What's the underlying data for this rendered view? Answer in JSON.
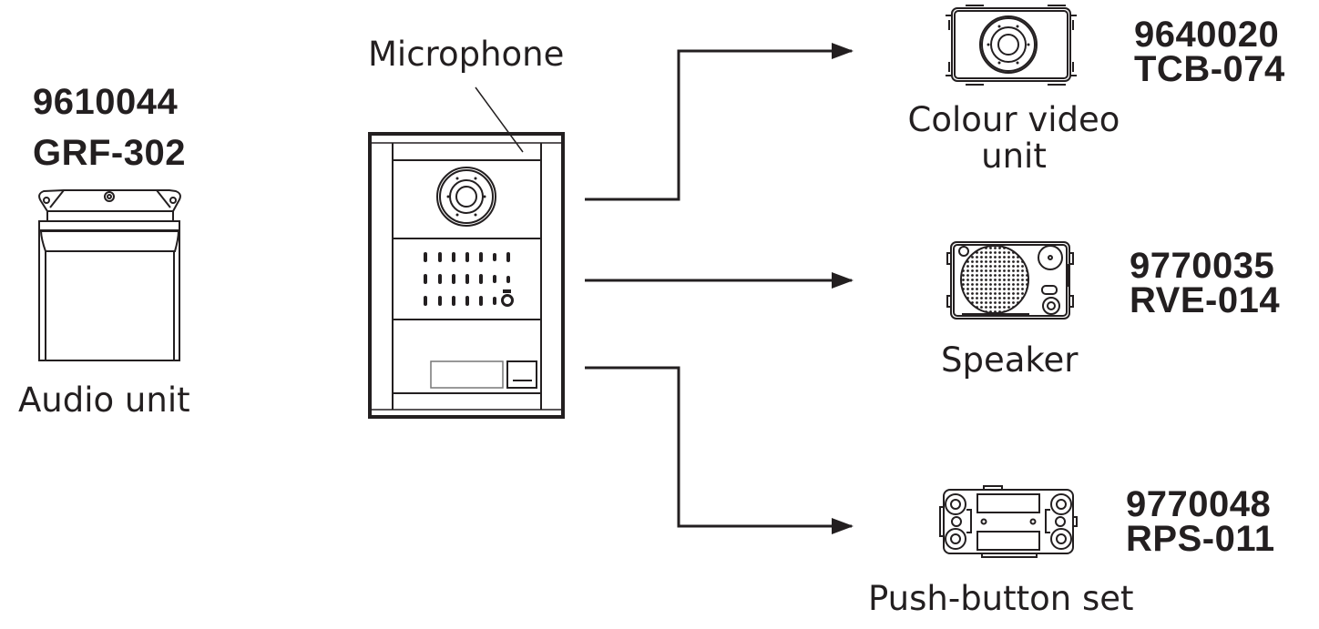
{
  "diagram": {
    "audio_unit": {
      "code": "9610044",
      "model": "GRF-302",
      "label": "Audio unit"
    },
    "panel": {
      "microphone_label": "Microphone"
    },
    "outputs": [
      {
        "code": "9640020",
        "model": "TCB-074",
        "label_line1": "Colour video",
        "label_line2": "unit"
      },
      {
        "code": "9770035",
        "model": "RVE-014",
        "label": "Speaker"
      },
      {
        "code": "9770048",
        "model": "RPS-011",
        "label": "Push-button set"
      }
    ],
    "colors": {
      "stroke": "#231f20",
      "background": "#ffffff"
    }
  }
}
